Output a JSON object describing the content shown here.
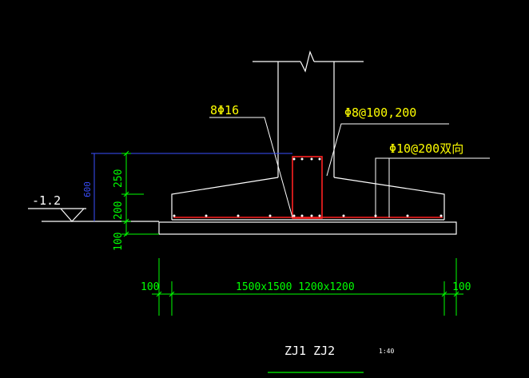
{
  "labels": {
    "rebar_main": "8Φ16",
    "stirrup": "Φ8@100,200",
    "slab_mesh": "Φ10@200双向",
    "elevation": "-1.2",
    "dim_height_total": "600",
    "dim_250": "250",
    "dim_200": "200",
    "dim_100_vertical": "100",
    "dim_left_100": "100",
    "dim_right_100": "100",
    "dim_width": "1500x1500  1200x1200",
    "title": "ZJ1  ZJ2",
    "scale": "1:40"
  },
  "colors": {
    "background": "#000000",
    "outline": "#ffffff",
    "rebar": "#ff2020",
    "leader": "#ffffff",
    "dimension": "#00ff00",
    "dimension_total": "#3a4fff",
    "text_note": "#ffff00"
  }
}
